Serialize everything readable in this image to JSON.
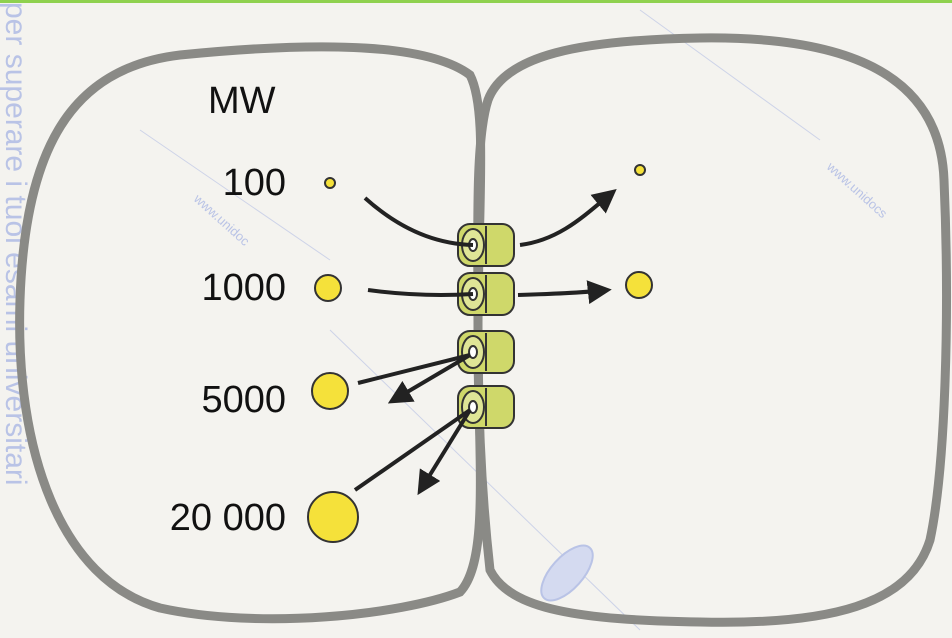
{
  "diagram": {
    "header_label": "MW",
    "molecule_rows": [
      {
        "mw_label": "100",
        "passes_junction": true
      },
      {
        "mw_label": "1000",
        "passes_junction": true
      },
      {
        "mw_label": "5000",
        "passes_junction": false
      },
      {
        "mw_label": "20 000",
        "passes_junction": false
      }
    ],
    "colors": {
      "molecule_fill": "#f5e13a",
      "channel_fill": "#cfd86a",
      "membrane": "#8a8a86",
      "background": "#f4f3ef",
      "watermark": "#b9c3e6",
      "top_accent": "#8fd14f"
    }
  },
  "watermarks": {
    "side_text": "per superare i tuoi esami universitari",
    "domain_text_1": "www.unidoc",
    "domain_text_2": "www.unidocs"
  }
}
